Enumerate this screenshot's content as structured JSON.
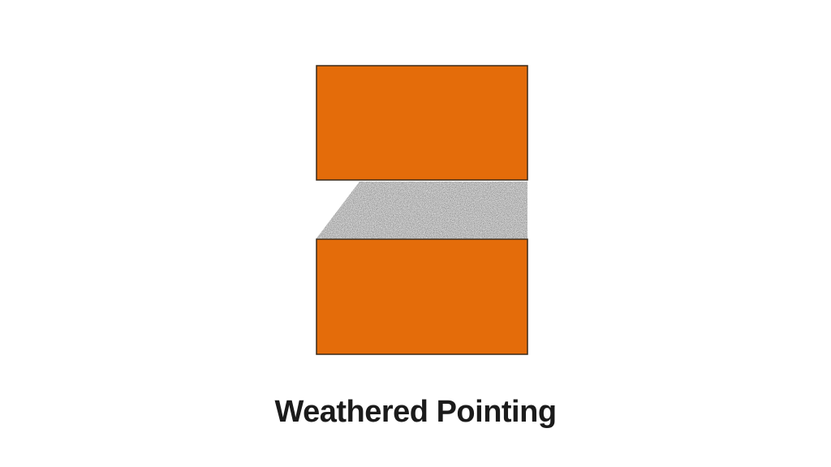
{
  "caption": "Weathered Pointing",
  "colors": {
    "brick_fill": "#e46c0a",
    "brick_outline": "#3a2a1a",
    "mortar_base": "#b9b9b9",
    "background": "#ffffff",
    "caption_text": "#1b1b1b"
  },
  "parts": {
    "top_brick": "brick",
    "mortar_joint": "weathered mortar joint",
    "bottom_brick": "brick"
  }
}
